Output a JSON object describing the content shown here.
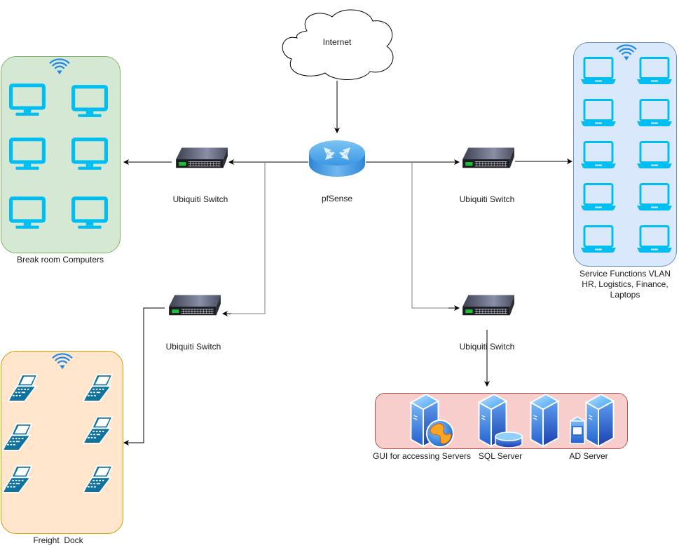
{
  "diagram": {
    "title": "Network Topology",
    "colors": {
      "line": "#000000",
      "line_gray": "#808080",
      "break_room_fill": "#d5e8d4",
      "break_room_stroke": "#82b366",
      "service_fill": "#dae8fc",
      "service_stroke": "#6c8ebf",
      "freight_fill": "#ffe6cc",
      "freight_stroke": "#d79b00",
      "server_fill": "#f8cecc",
      "server_stroke": "#b85450",
      "device_blue": "#00bef2",
      "wifi_blue": "#1e88e5"
    },
    "nodes": {
      "internet": {
        "label": "Internet",
        "icon": "cloud-icon"
      },
      "pfsense": {
        "label": "pfSense",
        "icon": "router-icon"
      },
      "switch_top_left": {
        "label": "Ubiquiti Switch",
        "icon": "switch-icon"
      },
      "switch_top_right": {
        "label": "Ubiquiti Switch",
        "icon": "switch-icon"
      },
      "switch_bottom_left": {
        "label": "Ubiquiti Switch",
        "icon": "switch-icon"
      },
      "switch_bottom_right": {
        "label": "Ubiquiti Switch",
        "icon": "switch-icon"
      }
    },
    "groups": {
      "break_room": {
        "label": "Break room Computers",
        "device_icon": "desktop-monitor-icon",
        "device_count": 6,
        "wireless": true
      },
      "service_functions": {
        "label_lines": [
          "Service Functions VLAN",
          "HR, Logistics, Finance,",
          "Laptops"
        ],
        "device_icon": "laptop-icon",
        "device_count": 10,
        "wireless": true
      },
      "freight_dock": {
        "label": "Freight  Dock",
        "device_icon": "handheld-terminal-icon",
        "device_count": 6,
        "wireless": true
      },
      "servers": {
        "items": [
          {
            "label": "GUI for accessing Servers",
            "icon": "web-server-icon"
          },
          {
            "label": "SQL Server",
            "icon": "database-server-icon"
          },
          {
            "label": "",
            "icon": "server-icon"
          },
          {
            "label": "AD Server",
            "icon": "directory-server-icon"
          }
        ]
      }
    },
    "edges": [
      {
        "from": "internet",
        "to": "pfsense"
      },
      {
        "from": "pfsense",
        "to": "switch_top_left"
      },
      {
        "from": "switch_top_left",
        "to": "break_room"
      },
      {
        "from": "pfsense",
        "to": "switch_top_right"
      },
      {
        "from": "switch_top_right",
        "to": "service_functions"
      },
      {
        "from": "pfsense",
        "to": "switch_bottom_left"
      },
      {
        "from": "switch_bottom_left",
        "to": "freight_dock"
      },
      {
        "from": "pfsense",
        "to": "switch_bottom_right"
      },
      {
        "from": "switch_bottom_right",
        "to": "servers"
      }
    ]
  }
}
